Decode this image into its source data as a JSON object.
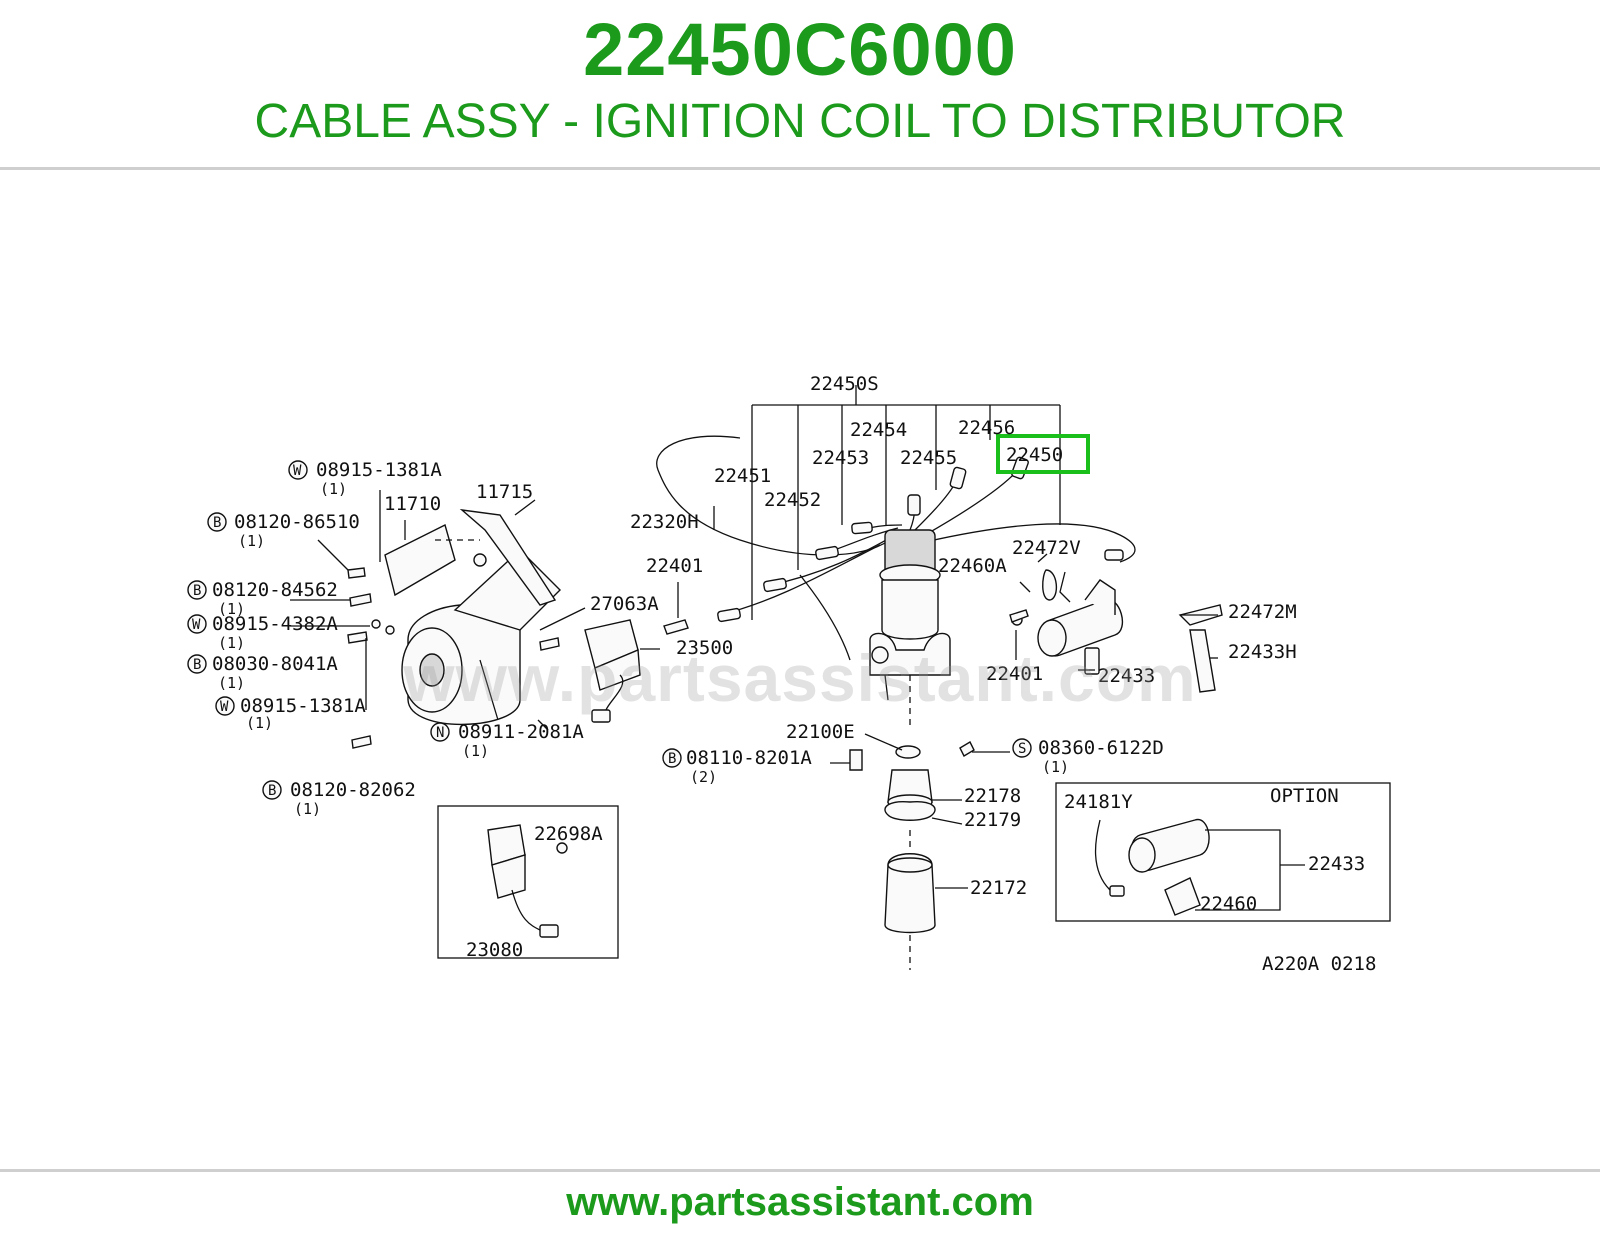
{
  "header": {
    "part_number": "22450C6000",
    "part_name": "CABLE ASSY - IGNITION COIL TO DISTRIBUTOR"
  },
  "diagram": {
    "watermark": "www.partsassistant.com",
    "drawing_code": "A220A 0218",
    "option_label": "OPTION",
    "highlight_color": "#1bbf1b",
    "callouts": {
      "c22450S": "22450S",
      "c22451": "22451",
      "c22452": "22452",
      "c22453": "22453",
      "c22454": "22454",
      "c22455": "22455",
      "c22456": "22456",
      "c22450": "22450",
      "c22320H": "22320H",
      "c22401a": "22401",
      "c22401b": "22401",
      "c27063A": "27063A",
      "c23500": "23500",
      "c22460A": "22460A",
      "c22472V": "22472V",
      "c22472M": "22472M",
      "c22433H": "22433H",
      "c22433a": "22433",
      "c22433b": "22433",
      "c22460": "22460",
      "c24181Y": "24181Y",
      "c22100E": "22100E",
      "c22178": "22178",
      "c22179": "22179",
      "c22172": "22172",
      "c22698A": "22698A",
      "c23080": "23080",
      "c11710": "11710",
      "c11715": "11715",
      "c08915_1381A_top": "08915-1381A",
      "c08120_86510": "08120-86510",
      "c08120_84562": "08120-84562",
      "c08915_4382A": "08915-4382A",
      "c08030_8041A": "08030-8041A",
      "c08915_1381A_bot": "08915-1381A",
      "c08911_2081A": "08911-2081A",
      "c08120_82062": "08120-82062",
      "c08110_8201A": "08110-8201A",
      "c08360_6122D": "08360-6122D"
    },
    "quantities": {
      "q1": "(1)",
      "q2": "(1)",
      "q3": "(1)",
      "q4": "(1)",
      "q5": "(1)",
      "q6": "(1)",
      "q7": "(1)",
      "q8": "(1)",
      "q9": "(2)",
      "q10": "(1)"
    },
    "marks": {
      "W": "W",
      "B": "B",
      "N": "N",
      "S": "S"
    }
  },
  "footer": {
    "url": "www.partsassistant.com"
  }
}
